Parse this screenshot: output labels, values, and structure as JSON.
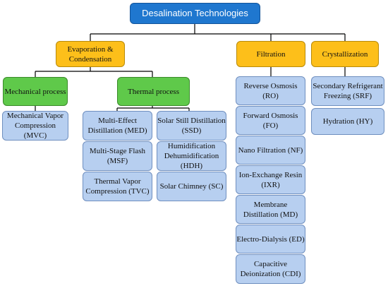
{
  "root": "Desalination Technologies",
  "categories": {
    "evaporation": "Evaporation & Condensation",
    "filtration": "Filtration",
    "crystallization": "Crystallization"
  },
  "subcategories": {
    "mechanical": "Mechanical process",
    "thermal": "Thermal process"
  },
  "mechanical_leaves": [
    "Mechanical Vapor Compression (MVC)"
  ],
  "thermal_left_leaves": [
    "Multi-Effect Distillation (MED)",
    "Multi-Stage Flash (MSF)",
    "Thermal Vapor Compression (TVC)"
  ],
  "thermal_right_leaves": [
    "Solar Still Distillation (SSD)",
    "Humidification Dehumidification (HDH)",
    "Solar Chimney (SC)"
  ],
  "filtration_leaves": [
    "Reverse Osmosis (RO)",
    "Forward Osmosis (FO)",
    "Nano Filtration (NF)",
    "Ion-Exchange Resin (IXR)",
    "Membrane Distillation (MD)",
    "Electro-Dialysis (ED)",
    "Capacitive Deionization (CDI)"
  ],
  "crystallization_leaves": [
    "Secondary Refrigerant Freezing (SRF)",
    "Hydration (HY)"
  ],
  "colors": {
    "root_fill": "#1f77cf",
    "category_fill": "#fdbf1a",
    "subcategory_fill": "#5fc94a",
    "leaf_fill": "#b7cff0",
    "connector": "#000000"
  }
}
